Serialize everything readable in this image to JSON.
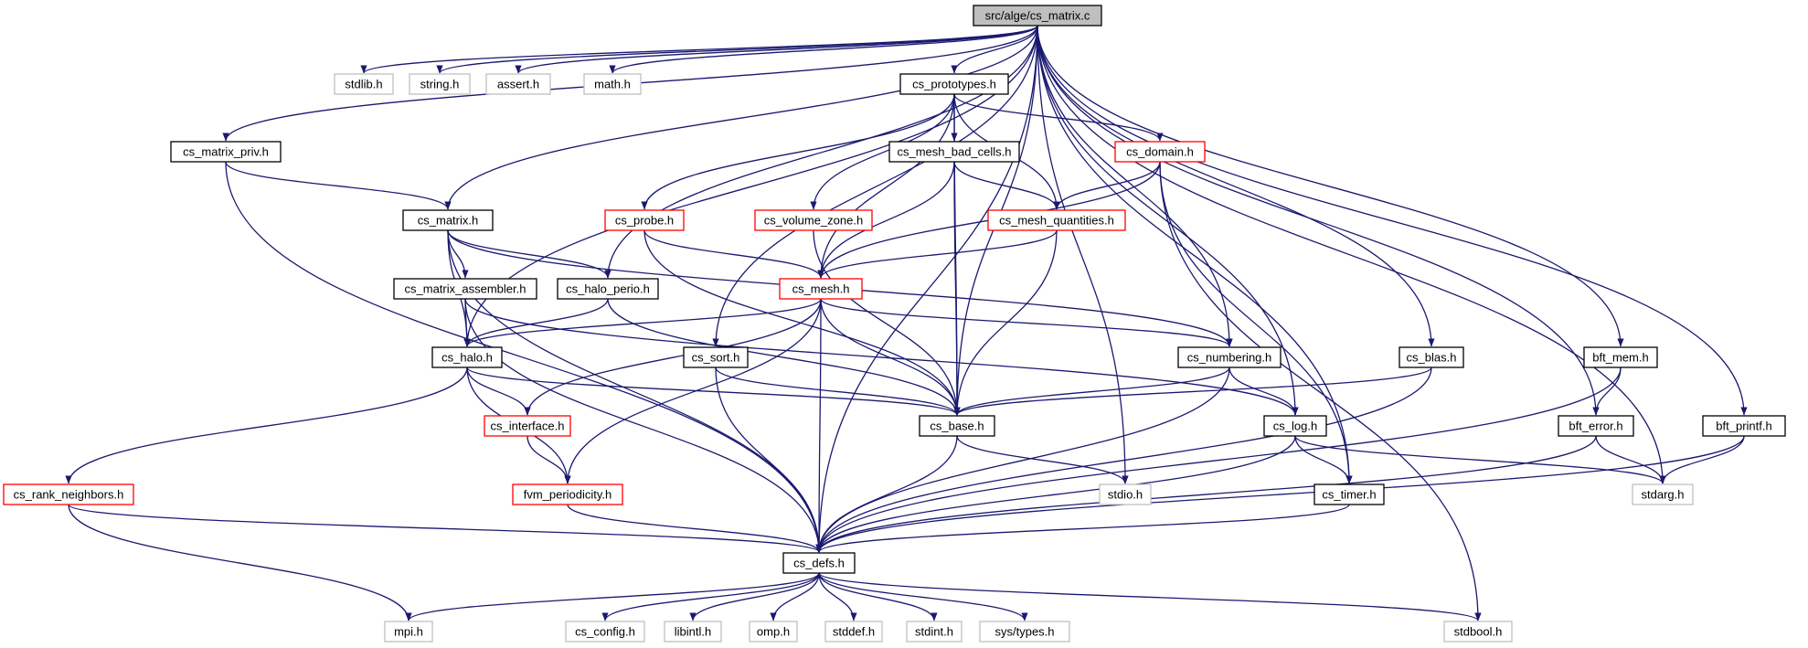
{
  "colors": {
    "edge": "#191970",
    "normal_border": "#000000",
    "truncated_border": "#ff0000",
    "external_border": "#bfbfbf",
    "root_fill": "#bfbfbf",
    "text": "#000000"
  },
  "nodes": [
    {
      "id": "root",
      "label": "src/alge/cs_matrix.c",
      "kind": "root"
    },
    {
      "id": "stdlib",
      "label": "stdlib.h",
      "kind": "external"
    },
    {
      "id": "string",
      "label": "string.h",
      "kind": "external"
    },
    {
      "id": "assert",
      "label": "assert.h",
      "kind": "external"
    },
    {
      "id": "math",
      "label": "math.h",
      "kind": "external"
    },
    {
      "id": "cs_prototypes",
      "label": "cs_prototypes.h",
      "kind": "normal"
    },
    {
      "id": "cs_matrix_priv",
      "label": "cs_matrix_priv.h",
      "kind": "normal"
    },
    {
      "id": "cs_mesh_bad_cells",
      "label": "cs_mesh_bad_cells.h",
      "kind": "normal"
    },
    {
      "id": "cs_domain",
      "label": "cs_domain.h",
      "kind": "truncated"
    },
    {
      "id": "cs_matrix",
      "label": "cs_matrix.h",
      "kind": "normal"
    },
    {
      "id": "cs_probe",
      "label": "cs_probe.h",
      "kind": "truncated"
    },
    {
      "id": "cs_volume_zone",
      "label": "cs_volume_zone.h",
      "kind": "truncated"
    },
    {
      "id": "cs_mesh_quantities",
      "label": "cs_mesh_quantities.h",
      "kind": "truncated"
    },
    {
      "id": "cs_matrix_assembler",
      "label": "cs_matrix_assembler.h",
      "kind": "normal"
    },
    {
      "id": "cs_halo_perio",
      "label": "cs_halo_perio.h",
      "kind": "normal"
    },
    {
      "id": "cs_mesh",
      "label": "cs_mesh.h",
      "kind": "truncated"
    },
    {
      "id": "cs_halo",
      "label": "cs_halo.h",
      "kind": "normal"
    },
    {
      "id": "cs_sort",
      "label": "cs_sort.h",
      "kind": "normal"
    },
    {
      "id": "cs_numbering",
      "label": "cs_numbering.h",
      "kind": "normal"
    },
    {
      "id": "cs_blas",
      "label": "cs_blas.h",
      "kind": "normal"
    },
    {
      "id": "bft_mem",
      "label": "bft_mem.h",
      "kind": "normal"
    },
    {
      "id": "cs_interface",
      "label": "cs_interface.h",
      "kind": "truncated"
    },
    {
      "id": "cs_base",
      "label": "cs_base.h",
      "kind": "normal"
    },
    {
      "id": "cs_log",
      "label": "cs_log.h",
      "kind": "normal"
    },
    {
      "id": "bft_error",
      "label": "bft_error.h",
      "kind": "normal"
    },
    {
      "id": "bft_printf",
      "label": "bft_printf.h",
      "kind": "normal"
    },
    {
      "id": "cs_rank_neighbors",
      "label": "cs_rank_neighbors.h",
      "kind": "truncated"
    },
    {
      "id": "fvm_periodicity",
      "label": "fvm_periodicity.h",
      "kind": "truncated"
    },
    {
      "id": "stdio",
      "label": "stdio.h",
      "kind": "external"
    },
    {
      "id": "cs_timer",
      "label": "cs_timer.h",
      "kind": "normal"
    },
    {
      "id": "stdarg",
      "label": "stdarg.h",
      "kind": "external"
    },
    {
      "id": "cs_defs",
      "label": "cs_defs.h",
      "kind": "normal"
    },
    {
      "id": "mpi",
      "label": "mpi.h",
      "kind": "external"
    },
    {
      "id": "cs_config",
      "label": "cs_config.h",
      "kind": "external"
    },
    {
      "id": "libintl",
      "label": "libintl.h",
      "kind": "external"
    },
    {
      "id": "omp",
      "label": "omp.h",
      "kind": "external"
    },
    {
      "id": "stddef",
      "label": "stddef.h",
      "kind": "external"
    },
    {
      "id": "stdint",
      "label": "stdint.h",
      "kind": "external"
    },
    {
      "id": "systypes",
      "label": "sys/types.h",
      "kind": "external"
    },
    {
      "id": "stdbool",
      "label": "stdbool.h",
      "kind": "external"
    }
  ],
  "edges": [
    {
      "from": "root",
      "to": "stdlib"
    },
    {
      "from": "root",
      "to": "string"
    },
    {
      "from": "root",
      "to": "assert"
    },
    {
      "from": "root",
      "to": "math"
    },
    {
      "from": "root",
      "to": "cs_prototypes"
    },
    {
      "from": "root",
      "to": "cs_matrix_priv"
    },
    {
      "from": "root",
      "to": "cs_matrix"
    },
    {
      "from": "root",
      "to": "cs_halo_perio"
    },
    {
      "from": "root",
      "to": "cs_halo"
    },
    {
      "from": "root",
      "to": "cs_sort"
    },
    {
      "from": "root",
      "to": "cs_numbering"
    },
    {
      "from": "root",
      "to": "cs_base"
    },
    {
      "from": "root",
      "to": "cs_blas"
    },
    {
      "from": "root",
      "to": "bft_mem"
    },
    {
      "from": "root",
      "to": "bft_error"
    },
    {
      "from": "root",
      "to": "bft_printf"
    },
    {
      "from": "root",
      "to": "cs_log"
    },
    {
      "from": "root",
      "to": "cs_timer"
    },
    {
      "from": "root",
      "to": "stdio"
    },
    {
      "from": "root",
      "to": "stdarg"
    },
    {
      "from": "root",
      "to": "cs_defs"
    },
    {
      "from": "cs_prototypes",
      "to": "cs_mesh_bad_cells"
    },
    {
      "from": "cs_prototypes",
      "to": "cs_domain"
    },
    {
      "from": "cs_prototypes",
      "to": "cs_probe"
    },
    {
      "from": "cs_prototypes",
      "to": "cs_volume_zone"
    },
    {
      "from": "cs_prototypes",
      "to": "cs_mesh_quantities"
    },
    {
      "from": "cs_prototypes",
      "to": "cs_mesh"
    },
    {
      "from": "cs_prototypes",
      "to": "cs_base"
    },
    {
      "from": "cs_mesh_bad_cells",
      "to": "cs_mesh_quantities"
    },
    {
      "from": "cs_mesh_bad_cells",
      "to": "cs_mesh"
    },
    {
      "from": "cs_mesh_bad_cells",
      "to": "cs_base"
    },
    {
      "from": "cs_domain",
      "to": "cs_mesh_quantities"
    },
    {
      "from": "cs_domain",
      "to": "cs_mesh"
    },
    {
      "from": "cs_domain",
      "to": "cs_timer"
    },
    {
      "from": "cs_domain",
      "to": "stdbool"
    },
    {
      "from": "cs_matrix_priv",
      "to": "cs_matrix"
    },
    {
      "from": "cs_matrix_priv",
      "to": "cs_defs"
    },
    {
      "from": "cs_matrix",
      "to": "cs_matrix_assembler"
    },
    {
      "from": "cs_matrix",
      "to": "cs_halo_perio"
    },
    {
      "from": "cs_matrix",
      "to": "cs_halo"
    },
    {
      "from": "cs_matrix",
      "to": "cs_numbering"
    },
    {
      "from": "cs_matrix",
      "to": "cs_defs"
    },
    {
      "from": "cs_probe",
      "to": "cs_mesh"
    },
    {
      "from": "cs_probe",
      "to": "cs_base"
    },
    {
      "from": "cs_volume_zone",
      "to": "cs_base"
    },
    {
      "from": "cs_mesh_quantities",
      "to": "cs_mesh"
    },
    {
      "from": "cs_mesh_quantities",
      "to": "cs_base"
    },
    {
      "from": "cs_matrix_assembler",
      "to": "cs_halo"
    },
    {
      "from": "cs_matrix_assembler",
      "to": "cs_log"
    },
    {
      "from": "cs_matrix_assembler",
      "to": "cs_defs"
    },
    {
      "from": "cs_halo_perio",
      "to": "cs_halo"
    },
    {
      "from": "cs_halo_perio",
      "to": "cs_base"
    },
    {
      "from": "cs_mesh",
      "to": "cs_halo"
    },
    {
      "from": "cs_mesh",
      "to": "cs_interface"
    },
    {
      "from": "cs_mesh",
      "to": "fvm_periodicity"
    },
    {
      "from": "cs_mesh",
      "to": "cs_base"
    },
    {
      "from": "cs_mesh",
      "to": "cs_numbering"
    },
    {
      "from": "cs_mesh",
      "to": "cs_defs"
    },
    {
      "from": "cs_halo",
      "to": "cs_interface"
    },
    {
      "from": "cs_halo",
      "to": "fvm_periodicity"
    },
    {
      "from": "cs_halo",
      "to": "cs_base"
    },
    {
      "from": "cs_halo",
      "to": "cs_rank_neighbors"
    },
    {
      "from": "cs_sort",
      "to": "cs_base"
    },
    {
      "from": "cs_sort",
      "to": "cs_defs"
    },
    {
      "from": "cs_numbering",
      "to": "cs_base"
    },
    {
      "from": "cs_numbering",
      "to": "cs_log"
    },
    {
      "from": "cs_numbering",
      "to": "cs_defs"
    },
    {
      "from": "cs_blas",
      "to": "cs_base"
    },
    {
      "from": "cs_blas",
      "to": "cs_defs"
    },
    {
      "from": "bft_mem",
      "to": "bft_error"
    },
    {
      "from": "bft_mem",
      "to": "cs_defs"
    },
    {
      "from": "cs_interface",
      "to": "fvm_periodicity"
    },
    {
      "from": "cs_base",
      "to": "stdio"
    },
    {
      "from": "cs_base",
      "to": "cs_defs"
    },
    {
      "from": "cs_log",
      "to": "cs_timer"
    },
    {
      "from": "cs_log",
      "to": "stdarg"
    },
    {
      "from": "cs_log",
      "to": "cs_defs"
    },
    {
      "from": "bft_error",
      "to": "stdarg"
    },
    {
      "from": "bft_error",
      "to": "cs_defs"
    },
    {
      "from": "bft_printf",
      "to": "stdarg"
    },
    {
      "from": "bft_printf",
      "to": "cs_defs"
    },
    {
      "from": "cs_rank_neighbors",
      "to": "cs_defs"
    },
    {
      "from": "cs_rank_neighbors",
      "to": "mpi"
    },
    {
      "from": "fvm_periodicity",
      "to": "cs_defs"
    },
    {
      "from": "cs_timer",
      "to": "cs_defs"
    },
    {
      "from": "cs_defs",
      "to": "mpi"
    },
    {
      "from": "cs_defs",
      "to": "cs_config"
    },
    {
      "from": "cs_defs",
      "to": "libintl"
    },
    {
      "from": "cs_defs",
      "to": "omp"
    },
    {
      "from": "cs_defs",
      "to": "stddef"
    },
    {
      "from": "cs_defs",
      "to": "stdint"
    },
    {
      "from": "cs_defs",
      "to": "systypes"
    },
    {
      "from": "cs_defs",
      "to": "stdbool"
    }
  ]
}
